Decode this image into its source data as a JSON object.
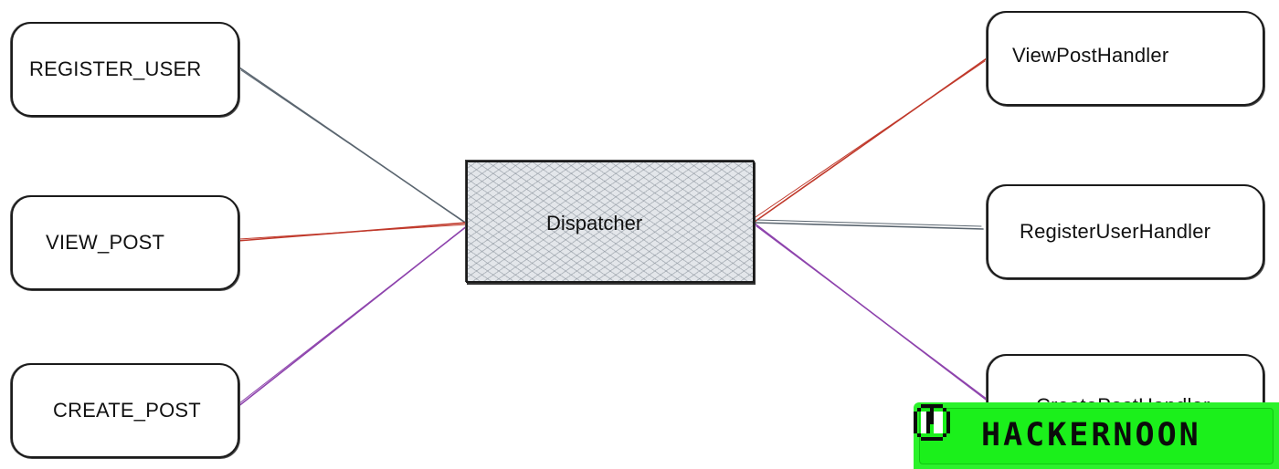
{
  "diagram": {
    "events": [
      {
        "id": "register_user",
        "label": "REGISTER_USER"
      },
      {
        "id": "view_post",
        "label": "VIEW_POST"
      },
      {
        "id": "create_post",
        "label": "CREATE_POST"
      }
    ],
    "dispatcher": {
      "label": "Dispatcher"
    },
    "handlers": [
      {
        "id": "view_post_handler",
        "label": "ViewPostHandler"
      },
      {
        "id": "register_user_handler",
        "label": "RegisterUserHandler"
      },
      {
        "id": "create_post_handler",
        "label": "CreatePostHandler"
      }
    ],
    "connections": [
      {
        "from": "register_user",
        "to": "dispatcher",
        "color": "#5b6670"
      },
      {
        "from": "view_post",
        "to": "dispatcher",
        "color": "#c0392b"
      },
      {
        "from": "create_post",
        "to": "dispatcher",
        "color": "#8e44ad"
      },
      {
        "from": "dispatcher",
        "to": "view_post_handler",
        "color": "#c0392b"
      },
      {
        "from": "dispatcher",
        "to": "register_user_handler",
        "color": "#5b6670"
      },
      {
        "from": "dispatcher",
        "to": "create_post_handler",
        "color": "#8e44ad"
      }
    ]
  },
  "watermark": {
    "text": "HACKERNOON",
    "color": "#20f020",
    "icon": "hackernoon-logo-icon"
  }
}
